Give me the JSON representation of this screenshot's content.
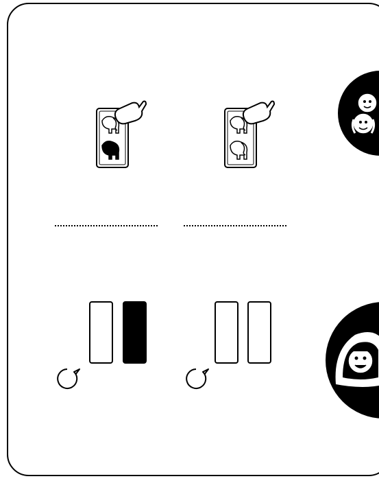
{
  "worksheet": {
    "exercise_a": {
      "card_icon": "elephant-pair-card-one-shaded",
      "answer_line": "",
      "bars": [
        "empty",
        "filled"
      ]
    },
    "exercise_b": {
      "card_icon": "elephant-pair-card-none-shaded",
      "answer_line": "",
      "bars": [
        "empty",
        "empty"
      ]
    },
    "side_icons": [
      "two-children-faces-icon",
      "smiling-girl-face-icon"
    ],
    "colors": {
      "ink": "#000000",
      "paper": "#ffffff"
    }
  }
}
